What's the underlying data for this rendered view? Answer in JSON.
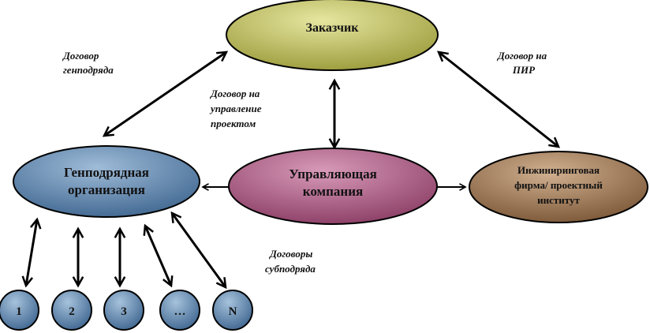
{
  "colors": {
    "customer_fill": "#c8c862",
    "general_contractor_fill": "#6f93b8",
    "management_company_fill": "#b8678f",
    "engineering_firm_fill": "#b08a64",
    "subcontractor_fill": "#6f93b8",
    "arrow": "#000000"
  },
  "nodes": {
    "customer": {
      "label": "Заказчик"
    },
    "general_contractor": {
      "line1": "Генподрядная",
      "line2": "организация"
    },
    "management_company": {
      "line1": "Управляющая",
      "line2": "компания"
    },
    "engineering_firm": {
      "line1": "Инжиниринговая",
      "line2": "фирма/ проектный",
      "line3": "институт"
    }
  },
  "subcontractors": [
    "1",
    "2",
    "3",
    "…",
    "N"
  ],
  "edge_labels": {
    "general_contract": {
      "line1": "Договор",
      "line2": "генподряда"
    },
    "project_management": {
      "line1": "Договор на",
      "line2": "управление",
      "line3": "проектом"
    },
    "design_contract": {
      "line1": "Договор на",
      "line2": "ПИР"
    },
    "subcontracts": {
      "line1": "Договоры",
      "line2": "субподряда"
    }
  }
}
